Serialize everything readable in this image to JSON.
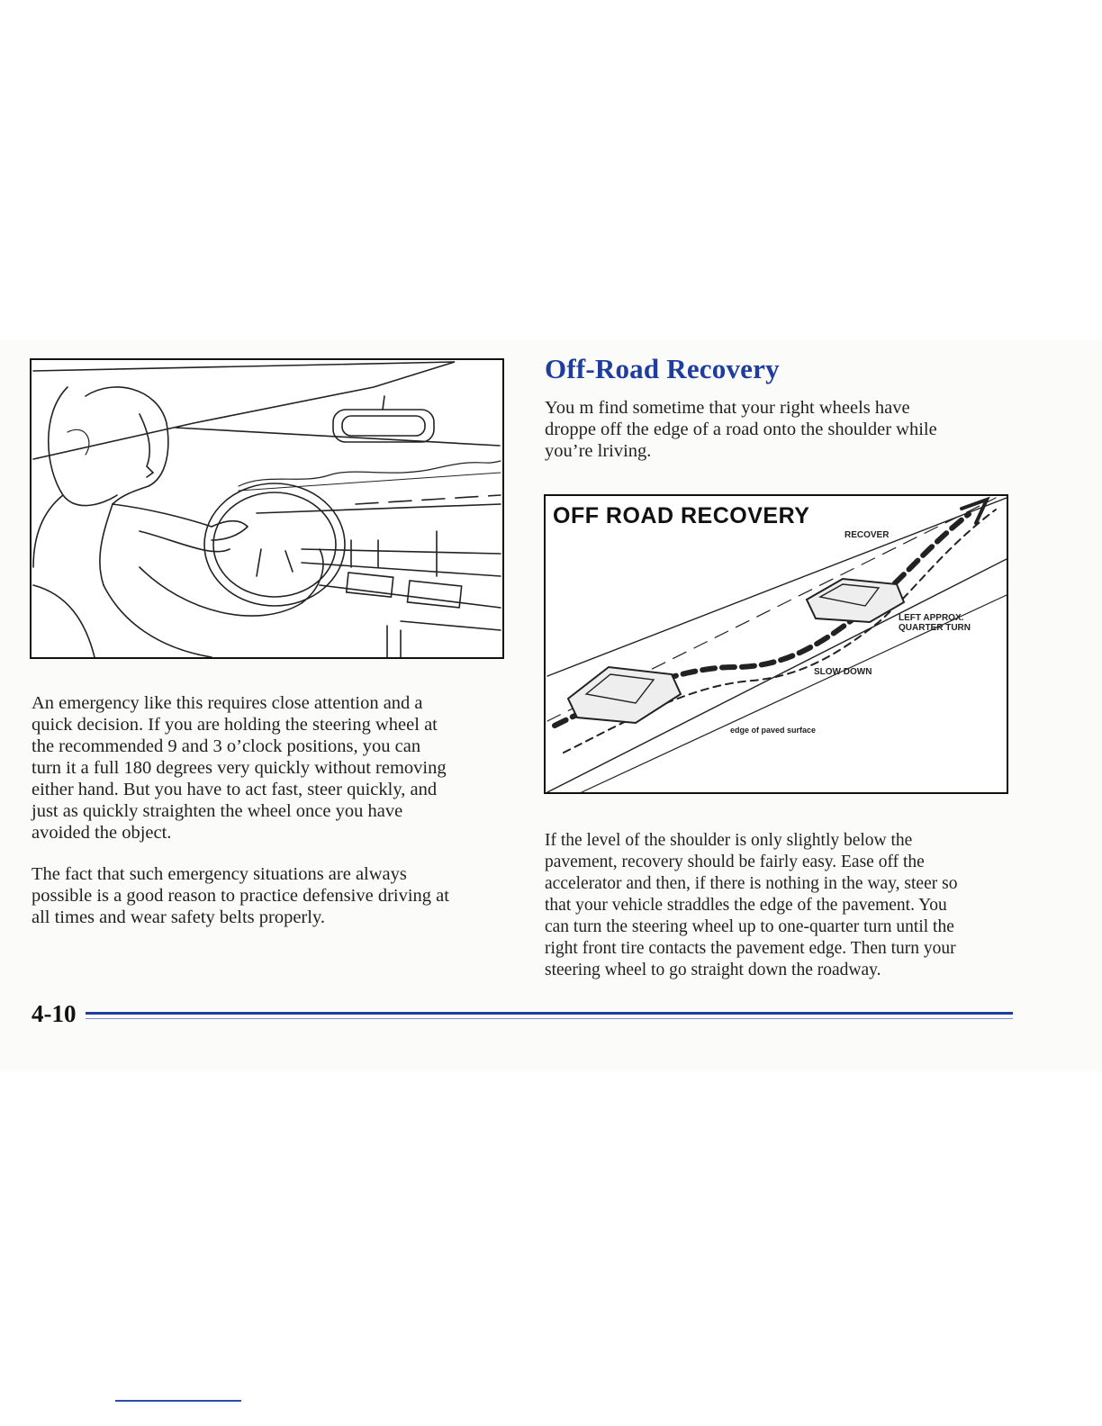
{
  "left_column": {
    "figure_alt_icon": "driver-steering-illustration",
    "paragraph1_lines": [
      "An emergency like this requires close attention and a",
      "quick decision. If you are holding the steering wheel at",
      "the recommended 9 and 3 o’clock positions, you can",
      "turn it a full 180 degrees very quickly without removing",
      "either hand. But you have to act fast, steer quickly, and",
      "just as quickly straighten the wheel once you have",
      "avoided the object."
    ],
    "paragraph2_lines": [
      "The fact that such emergency situations are always",
      "possible is a good reason to practice defensive driving at",
      "all times and wear safety belts properly."
    ]
  },
  "right_column": {
    "title": "Off-Road Recovery",
    "intro_lines": [
      "You m   find sometime that your right wheels have",
      "droppe   off the edge of a road onto the shoulder while",
      "you’re  lriving."
    ],
    "diagram": {
      "title": "OFF  ROAD RECOVERY",
      "label_recover": "RECOVER",
      "label_left_turn_line1": "LEFT APPROX.",
      "label_left_turn_line2": "QUARTER TURN",
      "label_slow_down": "SLOW DOWN",
      "label_edge": "edge of paved surface"
    },
    "body_lines": [
      "If the level of the shoulder is only slightly below the",
      "pavement, recovery should be fairly easy. Ease off the",
      "accelerator and then, if there is nothing in the way, steer so",
      "that your vehicle straddles the edge of the pavement. You",
      "can turn the steering wheel up to one-quarter turn until the",
      "right front tire contacts the pavement edge. Then turn your",
      "steering wheel to go straight down the roadway."
    ]
  },
  "footer": {
    "page_number": "4-10"
  },
  "colors": {
    "accent": "#1f3d9c",
    "text": "#222222"
  }
}
